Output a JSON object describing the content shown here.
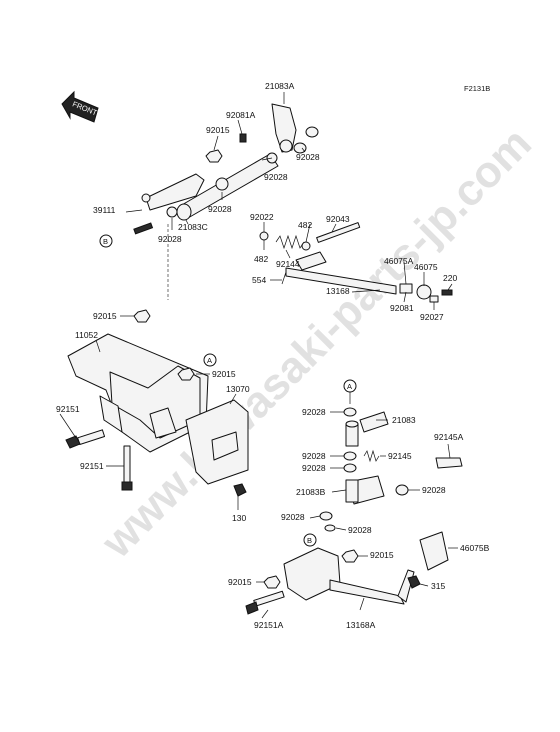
{
  "diagram_code": "F2131B",
  "front_label": "FRONT",
  "watermark": "www.kawasaki-parts-jp.com",
  "callouts": {
    "a": "A",
    "b": "B"
  },
  "parts": {
    "p21083A": "21083A",
    "p92081A": "92081A",
    "p92015_top": "92015",
    "p92028_a": "92028",
    "p92028_b": "92028",
    "p39111": "39111",
    "p92028_c": "92028",
    "p21083C": "21083C",
    "p92028_d": "92028",
    "p92022": "92022",
    "p482_a": "482",
    "p92043": "92043",
    "p482_b": "482",
    "p92144": "92144",
    "p46075A": "46075A",
    "p46075": "46075",
    "p220": "220",
    "p554": "554",
    "p13168": "13168",
    "p92081": "92081",
    "p92027": "92027",
    "p92015_left": "92015",
    "p11052": "11052",
    "p92015_mid": "92015",
    "p13070": "13070",
    "p92151_a": "92151",
    "p92151_b": "92151",
    "p130": "130",
    "p92028_e": "92028",
    "p21083": "21083",
    "p92145A": "92145A",
    "p92028_f": "92028",
    "p92145": "92145",
    "p92028_g": "92028",
    "p21083B": "21083B",
    "p92028_h": "92028",
    "p92028_i": "92028",
    "p92028_j": "92028",
    "p92015_low": "92015",
    "p46075B": "46075B",
    "p92015_bl": "92015",
    "p315": "315",
    "p92151A": "92151A",
    "p13168A": "13168A"
  }
}
